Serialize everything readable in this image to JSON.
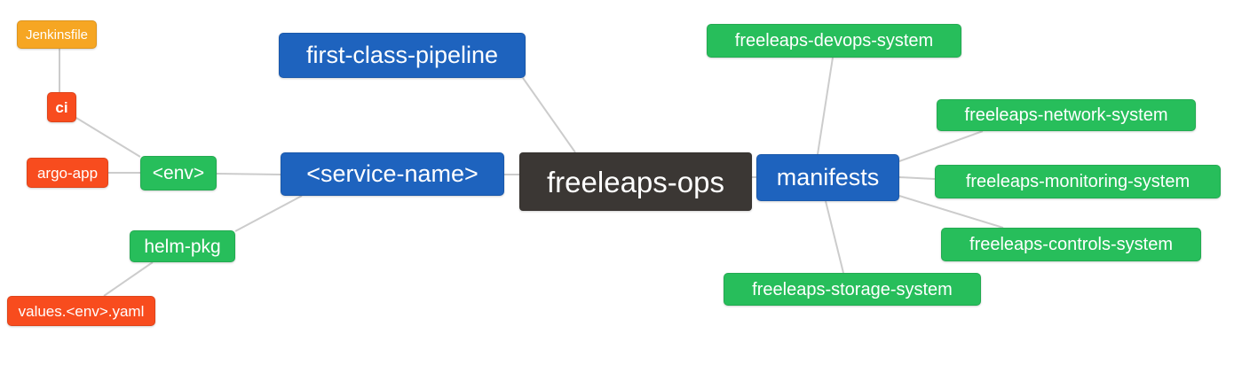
{
  "colors": {
    "blue": "#1E63BE",
    "green": "#27BE5B",
    "orange": "#F6A623",
    "red": "#F84C1E",
    "dark": "#3B3734",
    "edge": "#CCCCCC",
    "background": "#FFFFFF",
    "text": "#FFFFFF"
  },
  "nodes": {
    "root": {
      "label": "freeleaps-ops"
    },
    "first_class_pipeline": {
      "label": "first-class-pipeline"
    },
    "service_name": {
      "label": "<service-name>"
    },
    "env": {
      "label": "<env>"
    },
    "ci": {
      "label": "ci"
    },
    "jenkinsfile": {
      "label": "Jenkinsfile"
    },
    "argo_app": {
      "label": "argo-app"
    },
    "helm_pkg": {
      "label": "helm-pkg"
    },
    "values_env_yaml": {
      "label": "values.<env>.yaml"
    },
    "manifests": {
      "label": "manifests"
    },
    "devops_system": {
      "label": "freeleaps-devops-system"
    },
    "network_system": {
      "label": "freeleaps-network-system"
    },
    "monitoring_system": {
      "label": "freeleaps-monitoring-system"
    },
    "controls_system": {
      "label": "freeleaps-controls-system"
    },
    "storage_system": {
      "label": "freeleaps-storage-system"
    }
  },
  "edges": [
    {
      "from": "jenkinsfile",
      "to": "ci"
    },
    {
      "from": "ci",
      "to": "env"
    },
    {
      "from": "argo_app",
      "to": "env"
    },
    {
      "from": "env",
      "to": "service_name"
    },
    {
      "from": "helm_pkg",
      "to": "service_name"
    },
    {
      "from": "values_env_yaml",
      "to": "helm_pkg"
    },
    {
      "from": "first_class_pipeline",
      "to": "root"
    },
    {
      "from": "service_name",
      "to": "root"
    },
    {
      "from": "root",
      "to": "manifests"
    },
    {
      "from": "manifests",
      "to": "devops_system"
    },
    {
      "from": "manifests",
      "to": "network_system"
    },
    {
      "from": "manifests",
      "to": "monitoring_system"
    },
    {
      "from": "manifests",
      "to": "controls_system"
    },
    {
      "from": "manifests",
      "to": "storage_system"
    }
  ]
}
